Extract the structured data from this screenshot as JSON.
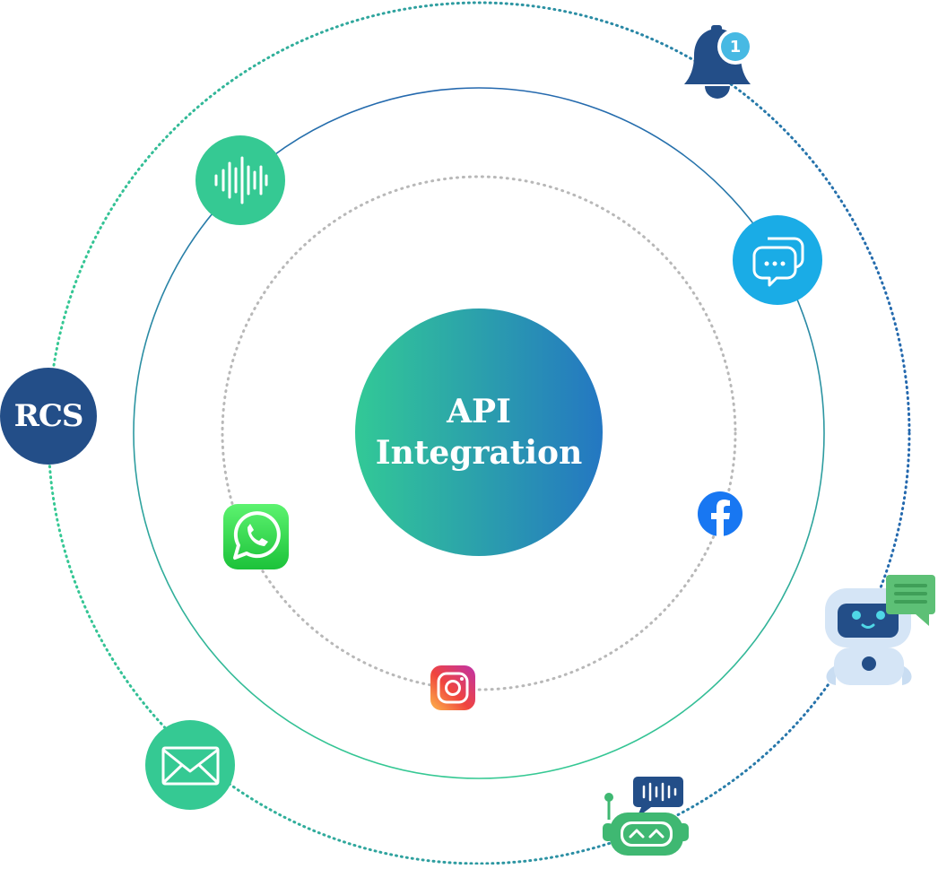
{
  "diagram": {
    "center": {
      "line1": "API",
      "line2": "Integration"
    },
    "nodes": {
      "rcs_label": "RCS",
      "notification_count": "1"
    },
    "icons": [
      "notification-bell-icon",
      "sound-wave-icon",
      "chat-bubbles-icon",
      "rcs-badge",
      "whatsapp-icon",
      "facebook-icon",
      "instagram-icon",
      "chatbot-icon",
      "email-icon",
      "voice-bot-icon"
    ],
    "colors": {
      "gradient_start": "#32C996",
      "gradient_end": "#2477C2",
      "navy": "#234E88",
      "green": "#35C993",
      "sky": "#1AACE6",
      "whatsapp": "#2BD64A",
      "facebook": "#1877F2"
    }
  }
}
